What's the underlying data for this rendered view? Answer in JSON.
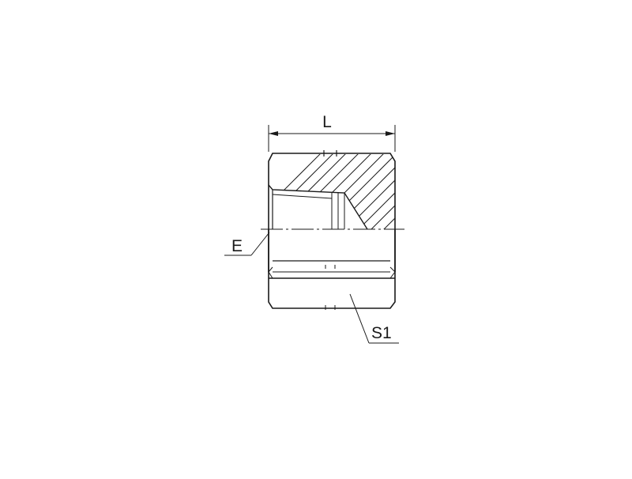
{
  "labels": {
    "length": "L",
    "thread": "E",
    "hex_size": "S1"
  },
  "colors": {
    "line": "#1a1a1a",
    "background": "#ffffff"
  }
}
